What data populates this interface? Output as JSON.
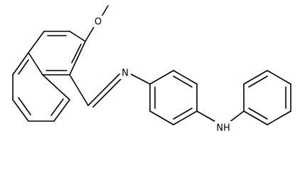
{
  "molecule": {
    "atoms": {
      "methoxy_o": "O",
      "imine_n": "N",
      "amine_nh": "NH"
    }
  }
}
